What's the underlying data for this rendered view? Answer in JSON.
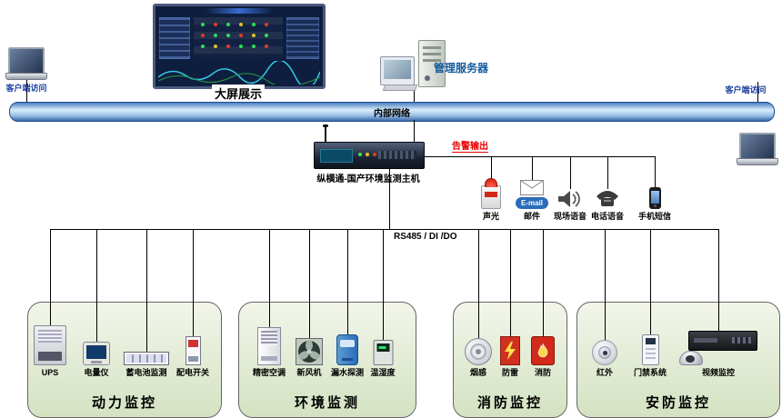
{
  "nodes": {
    "client_left": {
      "label": "客户端访问"
    },
    "client_right": {
      "label": "客户端访问"
    },
    "big_screen": {
      "label": "大屏展示"
    },
    "server": {
      "label": "管理服务器"
    },
    "network": {
      "label": "内部网络"
    },
    "host": {
      "label": "纵横通-国产环境监测主机"
    },
    "alarm_output": {
      "label": "告警输出"
    },
    "bus": {
      "label": "RS485 / DI /DO"
    }
  },
  "alarms": [
    {
      "label": "声光"
    },
    {
      "label": "邮件",
      "badge": "E-mail"
    },
    {
      "label": "现场语音"
    },
    {
      "label": "电话语音"
    },
    {
      "label": "手机短信"
    }
  ],
  "groups": [
    {
      "title": "动力监控",
      "devices": [
        {
          "label": "UPS"
        },
        {
          "label": "电量仪"
        },
        {
          "label": "蓄电池监测"
        },
        {
          "label": "配电开关"
        }
      ]
    },
    {
      "title": "环境监测",
      "devices": [
        {
          "label": "精密空调"
        },
        {
          "label": "新风机"
        },
        {
          "label": "漏水探测"
        },
        {
          "label": "温湿度"
        }
      ]
    },
    {
      "title": "消防监控",
      "devices": [
        {
          "label": "烟感"
        },
        {
          "label": "防雷"
        },
        {
          "label": "消防"
        }
      ]
    },
    {
      "title": "安防监控",
      "devices": [
        {
          "label": "红外"
        },
        {
          "label": "门禁系统"
        },
        {
          "label": "视频监控"
        }
      ]
    }
  ],
  "colors": {
    "label_blue": "#1a3fa0",
    "alarm_red": "#e80000",
    "pipe_blue": "#3a6aa8",
    "group_green": "#d4e2c2"
  }
}
